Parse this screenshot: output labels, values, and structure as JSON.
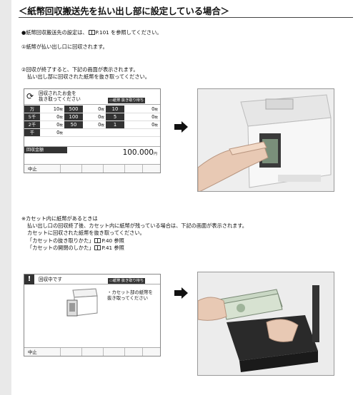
{
  "page": {
    "title": "＜紙幣回収搬送先を払い出し部に設定している場合＞",
    "para1_a": "●紙幣回収搬送先の設定は、",
    "para1_ref": "P.101",
    "para1_b": " を参照してください。",
    "step1": "①紙幣が払い出し口に回収されます。",
    "step2_line1": "②回収が終了すると、下記の画面が表示されます。",
    "step2_line2": "払い出し部に回収された紙幣を抜き取ってください。",
    "note_line1": "※カセット内に紙幣があるときは",
    "note_line2": "払い出し口の回収終了後、カセット内に紙幣が残っている場合は、下記の画面が表示されます。",
    "note_line3": "カセットに回収された紙幣を抜き取ってください。",
    "ref1_a": "「カセットの抜き取りかた」",
    "ref1_b": "P.40 参照",
    "ref2_a": "「カセットの開閉のしかた」",
    "ref2_b": "P.41 参照"
  },
  "screen1": {
    "header_line1": "回収されたお金を",
    "header_line2": "抜き取ってください",
    "badge": "▭紙幣 抜き取り待ち",
    "rows": [
      {
        "label": "万",
        "left_count": "10",
        "left_amount": "500",
        "mid_count": "0",
        "right_amount": "10",
        "right_count": "0"
      },
      {
        "label": "5千",
        "left_count": "0",
        "left_amount": "100",
        "mid_count": "0",
        "right_amount": "5",
        "right_count": "0"
      },
      {
        "label": "2千",
        "left_count": "0",
        "left_amount": "50",
        "mid_count": "0",
        "right_amount": "1",
        "right_count": "0"
      },
      {
        "label": "千",
        "left_count": "0",
        "left_amount": "",
        "mid_count": "",
        "right_amount": "",
        "right_count": ""
      }
    ],
    "unit": "枚",
    "total_label": "回収金額",
    "total_value": "100.000",
    "total_unit": "円",
    "stop": "中止"
  },
  "screen2": {
    "title": "回収中です",
    "badge": "▭紙幣 抜き取り待ち",
    "msg_line1": "・カセット部の紙幣を",
    "msg_line2": "抜き取ってください",
    "stop": "中止"
  },
  "icons": {
    "book": "book-icon",
    "cycle": "refresh-icon",
    "warning": "warning-icon",
    "arrow": "arrow-right-icon"
  }
}
